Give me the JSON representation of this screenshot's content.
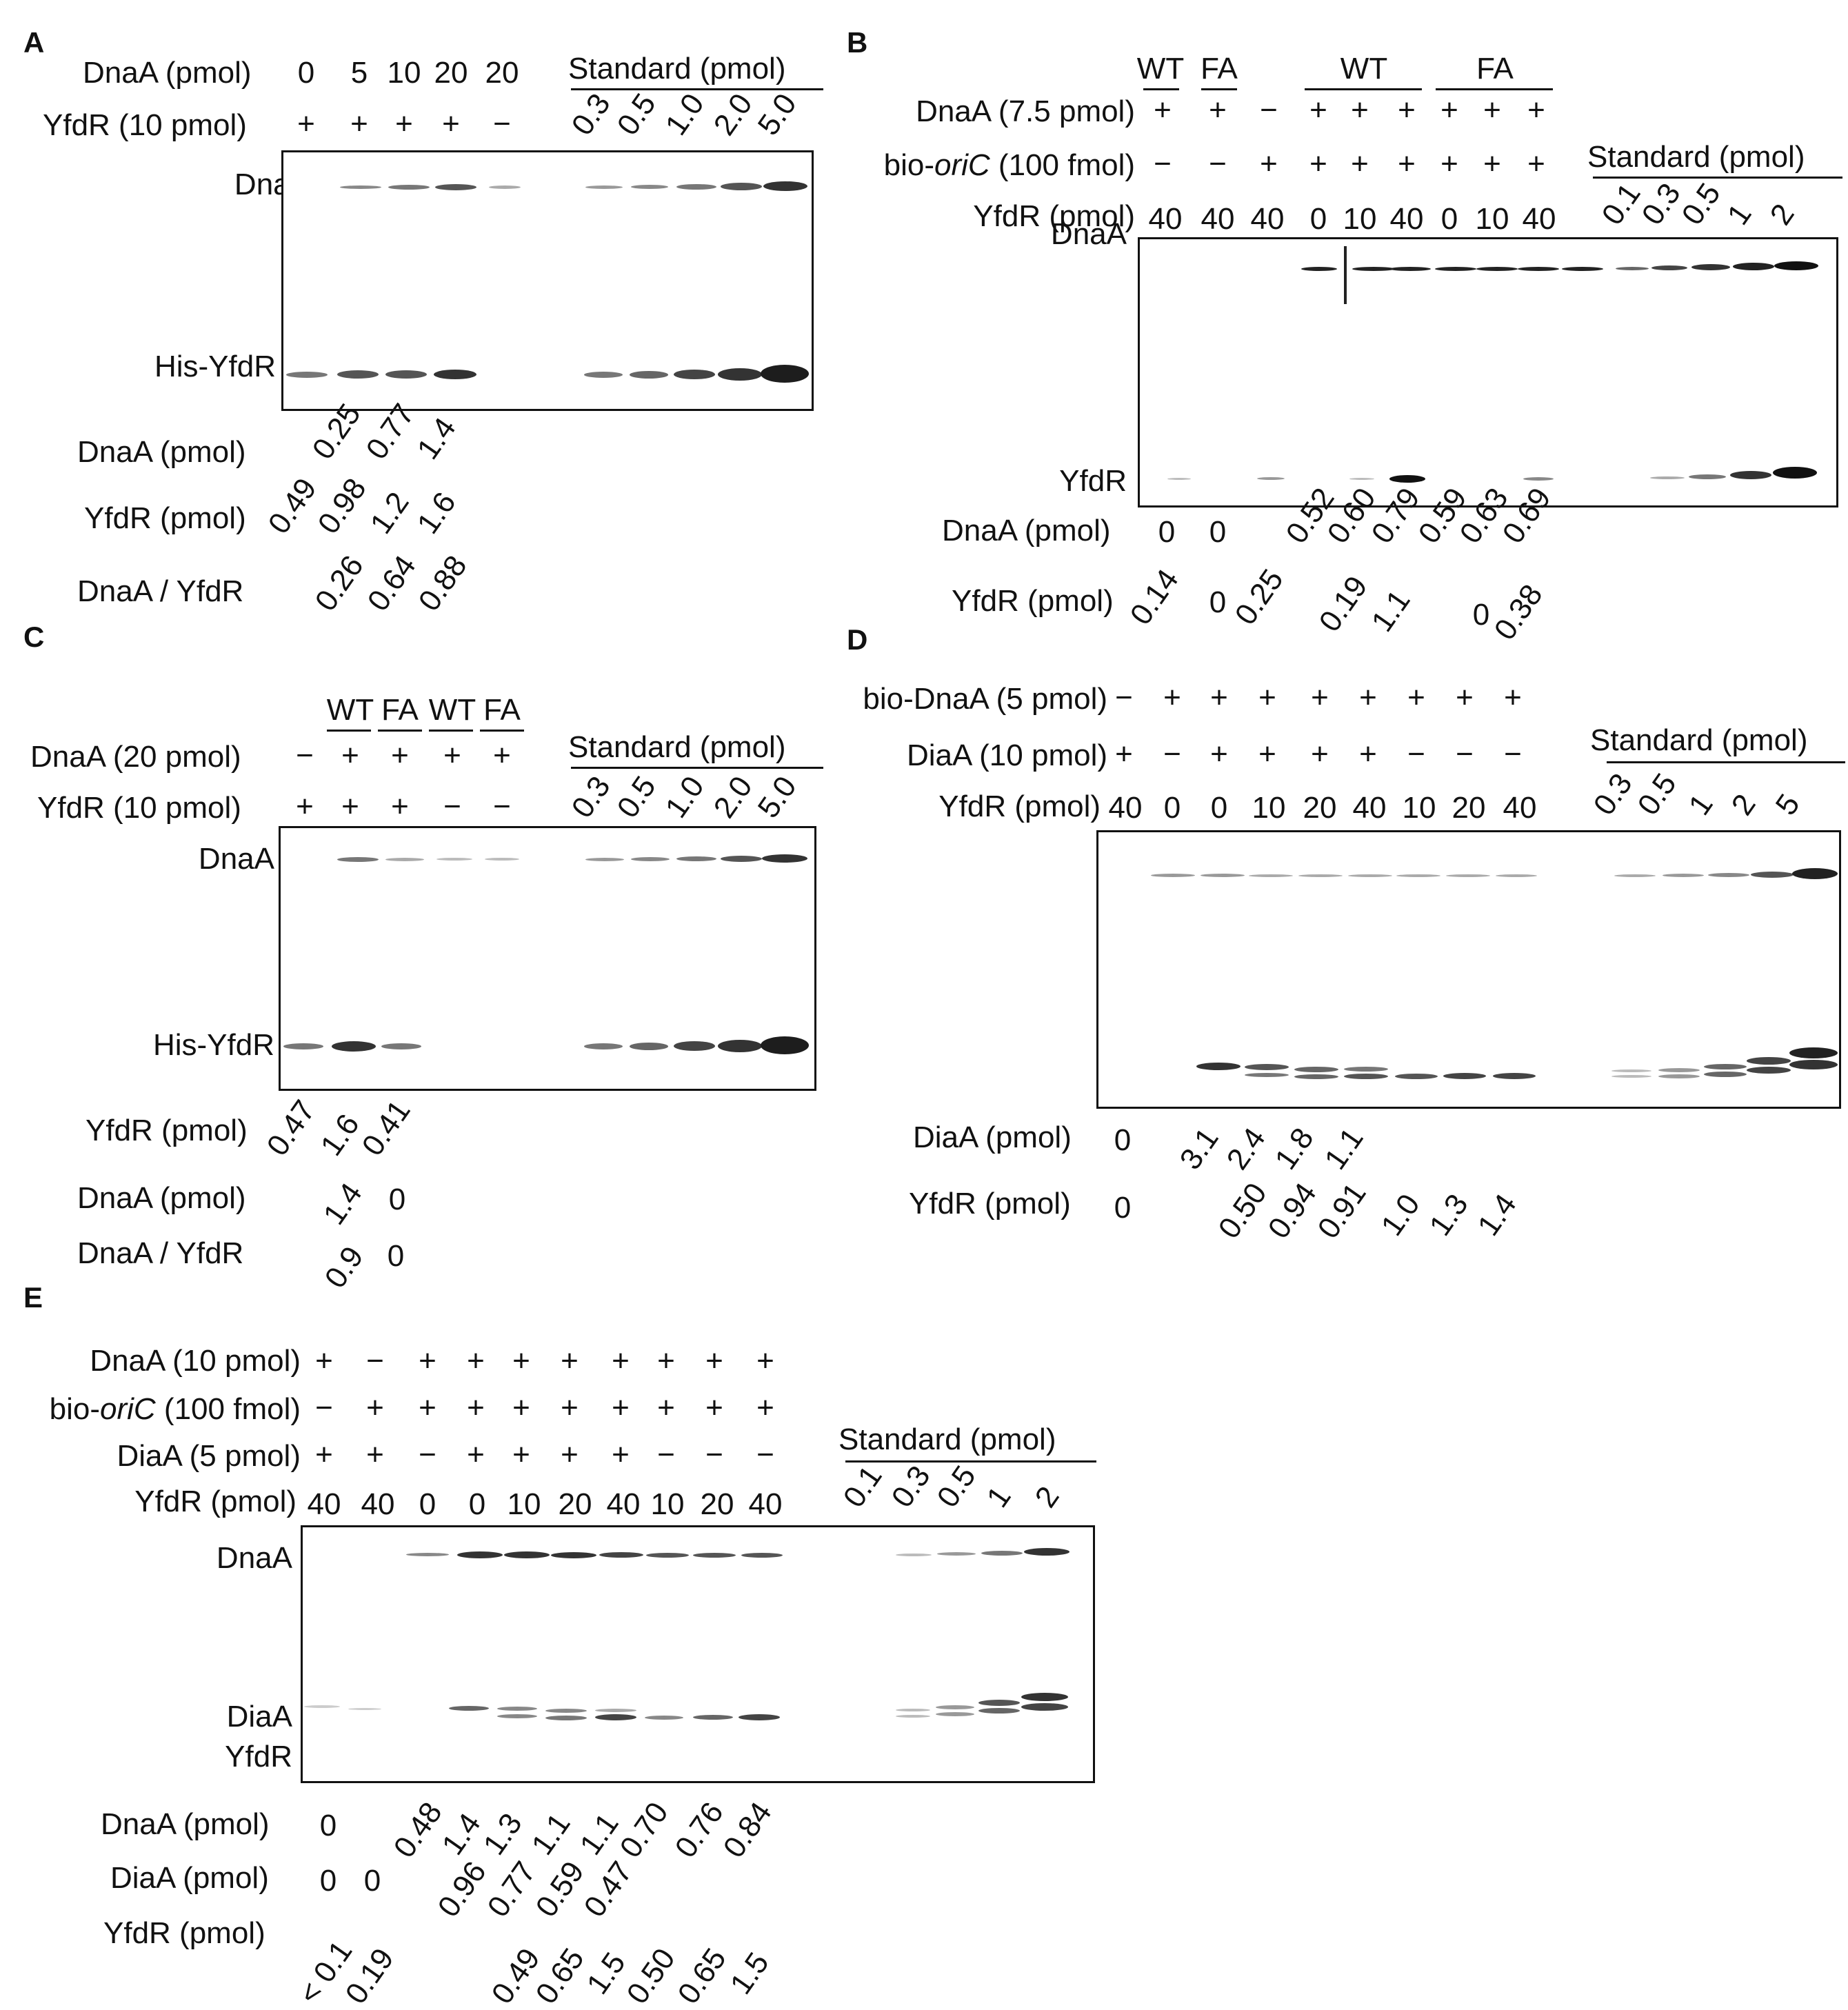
{
  "panels": {
    "A": {
      "letter": "A",
      "row_labels": [
        "DnaA (pmol)",
        "YfdR (10 pmol)"
      ],
      "dnaa_values": [
        "0",
        "5",
        "10",
        "20",
        "20"
      ],
      "yfdr_signs": [
        "+",
        "+",
        "+",
        "+",
        "−"
      ],
      "standard_label": "Standard (pmol)",
      "standard_values": [
        "0.3",
        "0.5",
        "1.0",
        "2.0",
        "5.0"
      ],
      "band_labels": [
        "DnaA",
        "His-YfdR"
      ],
      "quant_labels": [
        "DnaA (pmol)",
        "YfdR (pmol)",
        "DnaA / YfdR"
      ],
      "quant_dnaa": [
        "0.25",
        "0.77",
        "1.4"
      ],
      "quant_yfdr": [
        "0.49",
        "0.98",
        "1.2",
        "1.6"
      ],
      "quant_ratio": [
        "0.26",
        "0.64",
        "0.88"
      ]
    },
    "B": {
      "letter": "B",
      "group_labels": [
        "WT",
        "FA",
        "WT",
        "FA"
      ],
      "row_labels": [
        "DnaA (7.5 pmol)",
        "bio-oriC (100 fmol)",
        "YfdR (pmol)"
      ],
      "bio_prefix": "bio-",
      "bio_italic": "oriC",
      "bio_suffix": " (100 fmol)",
      "dnaa_signs": [
        "+",
        "+",
        "−",
        "+",
        "+",
        "+",
        "+",
        "+",
        "+"
      ],
      "oric_signs": [
        "−",
        "−",
        "+",
        "+",
        "+",
        "+",
        "+",
        "+",
        "+"
      ],
      "yfdr_values": [
        "40",
        "40",
        "40",
        "0",
        "10",
        "40",
        "0",
        "10",
        "40"
      ],
      "standard_label": "Standard (pmol)",
      "standard_values": [
        "0.1",
        "0.3",
        "0.5",
        "1",
        "2"
      ],
      "band_labels": [
        "DnaA",
        "YfdR"
      ],
      "quant_labels": [
        "DnaA (pmol)",
        "YfdR (pmol)"
      ],
      "quant_dnaa_flat": [
        "0",
        "0"
      ],
      "quant_dnaa_rot": [
        "0.52",
        "0.60",
        "0.79",
        "0.59",
        "0.63",
        "0.69"
      ],
      "quant_yfdr": [
        "0.14",
        "0",
        "0.25",
        "0.19",
        "1.1",
        "0",
        "0.38"
      ]
    },
    "C": {
      "letter": "C",
      "group_labels": [
        "WT",
        "FA",
        "WT",
        "FA"
      ],
      "row_labels": [
        "DnaA (20 pmol)",
        "YfdR (10 pmol)"
      ],
      "dnaa_signs": [
        "−",
        "+",
        "+",
        "+",
        "+"
      ],
      "yfdr_signs": [
        "+",
        "+",
        "+",
        "−",
        "−"
      ],
      "standard_label": "Standard (pmol)",
      "standard_values": [
        "0.3",
        "0.5",
        "1.0",
        "2.0",
        "5.0"
      ],
      "band_labels": [
        "DnaA",
        "His-YfdR"
      ],
      "quant_labels": [
        "YfdR (pmol)",
        "DnaA (pmol)",
        "DnaA / YfdR"
      ],
      "quant_yfdr": [
        "0.47",
        "1.6",
        "0.41"
      ],
      "quant_dnaa": [
        "1.4",
        "0"
      ],
      "quant_ratio": [
        "0.9",
        "0"
      ]
    },
    "D": {
      "letter": "D",
      "row_labels": [
        "bio-DnaA (5 pmol)",
        "DiaA (10 pmol)",
        "YfdR (pmol)"
      ],
      "bio_signs": [
        "−",
        "+",
        "+",
        "+",
        "+",
        "+",
        "+",
        "+",
        "+"
      ],
      "diaa_signs": [
        "+",
        "−",
        "+",
        "+",
        "+",
        "+",
        "−",
        "−",
        "−"
      ],
      "yfdr_values": [
        "40",
        "0",
        "0",
        "10",
        "20",
        "40",
        "10",
        "20",
        "40"
      ],
      "standard_label": "Standard (pmol)",
      "standard_values": [
        "0.3",
        "0.5",
        "1",
        "2",
        "5"
      ],
      "quant_labels": [
        "DiaA (pmol)",
        "YfdR (pmol)"
      ],
      "quant_diaa_flat": [
        "0"
      ],
      "quant_diaa": [
        "3.1",
        "2.4",
        "1.8",
        "1.1"
      ],
      "quant_yfdr_flat": [
        "0"
      ],
      "quant_yfdr": [
        "0.50",
        "0.94",
        "0.91",
        "1.0",
        "1.3",
        "1.4"
      ]
    },
    "E": {
      "letter": "E",
      "row_labels": [
        "DnaA (10 pmol)",
        "bio-oriC (100 fmol)",
        "DiaA (5 pmol)",
        "YfdR (pmol)"
      ],
      "bio_prefix": "bio-",
      "bio_italic": "oriC",
      "bio_suffix": " (100 fmol)",
      "dnaa_signs": [
        "+",
        "−",
        "+",
        "+",
        "+",
        "+",
        "+",
        "+",
        "+",
        "+"
      ],
      "oric_signs": [
        "−",
        "+",
        "+",
        "+",
        "+",
        "+",
        "+",
        "+",
        "+",
        "+"
      ],
      "diaa_signs": [
        "+",
        "+",
        "−",
        "+",
        "+",
        "+",
        "+",
        "−",
        "−",
        "−"
      ],
      "yfdr_values": [
        "40",
        "40",
        "0",
        "0",
        "10",
        "20",
        "40",
        "10",
        "20",
        "40"
      ],
      "standard_label": "Standard (pmol)",
      "standard_values": [
        "0.1",
        "0.3",
        "0.5",
        "1",
        "2"
      ],
      "band_labels": [
        "DnaA",
        "DiaA",
        "YfdR"
      ],
      "quant_labels": [
        "DnaA (pmol)",
        "DiaA (pmol)",
        "YfdR (pmol)"
      ],
      "quant_dnaa_flat": [
        "0"
      ],
      "quant_dnaa": [
        "0.48",
        "1.4",
        "1.3",
        "1.1",
        "1.1",
        "0.70",
        "0.76",
        "0.84"
      ],
      "quant_diaa_flat": [
        "0",
        "0"
      ],
      "quant_diaa": [
        "0.96",
        "0.77",
        "0.59",
        "0.47"
      ],
      "quant_yfdr": [
        "< 0.1",
        "0.19",
        "0.49",
        "0.65",
        "1.5",
        "0.50",
        "0.65",
        "1.5"
      ]
    }
  }
}
